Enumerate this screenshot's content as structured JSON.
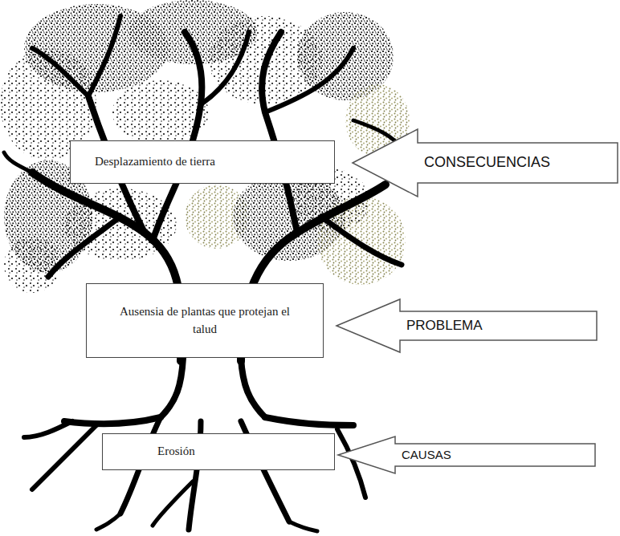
{
  "diagram": {
    "nodes": [
      {
        "text": [
          "Desplazamiento de tierra"
        ]
      },
      {
        "text": [
          "CONSECUENCIAS"
        ]
      },
      {
        "text": [
          "Ausensia de plantas que protejan el talud"
        ]
      },
      {
        "text": [
          "PROBLEMA"
        ]
      },
      {
        "text": [
          "Erosión"
        ]
      },
      {
        "text": [
          "CAUSAS"
        ]
      }
    ]
  }
}
